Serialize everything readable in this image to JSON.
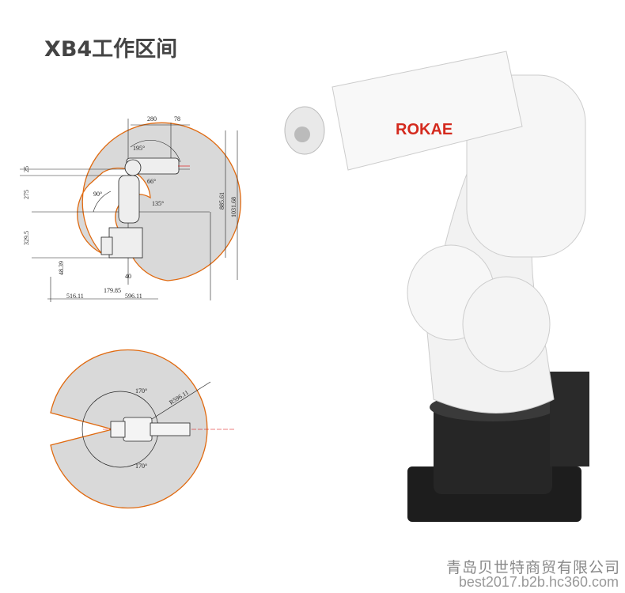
{
  "title": "XB4工作区间",
  "side_view": {
    "dimensions": [
      "280",
      "78",
      "25",
      "275",
      "329.5",
      "885.61",
      "1031.68",
      "48.39",
      "40",
      "179.85",
      "516.11",
      "596.11"
    ],
    "angles": [
      "195°",
      "66°",
      "90°",
      "135°"
    ]
  },
  "top_view": {
    "angle_top": "170°",
    "angle_bottom": "170°",
    "radius": "R596.11"
  },
  "robot": {
    "brand_logo": "ROKAE"
  },
  "watermark": {
    "company": "青岛贝世特商贸有限公司",
    "site": "best2017.b2b.hc360.com"
  },
  "colors": {
    "envelope_fill": "#d9d9d9",
    "envelope_edge": "#e06a10",
    "logo": "#d42a1e",
    "base": "#1a1a1a"
  }
}
